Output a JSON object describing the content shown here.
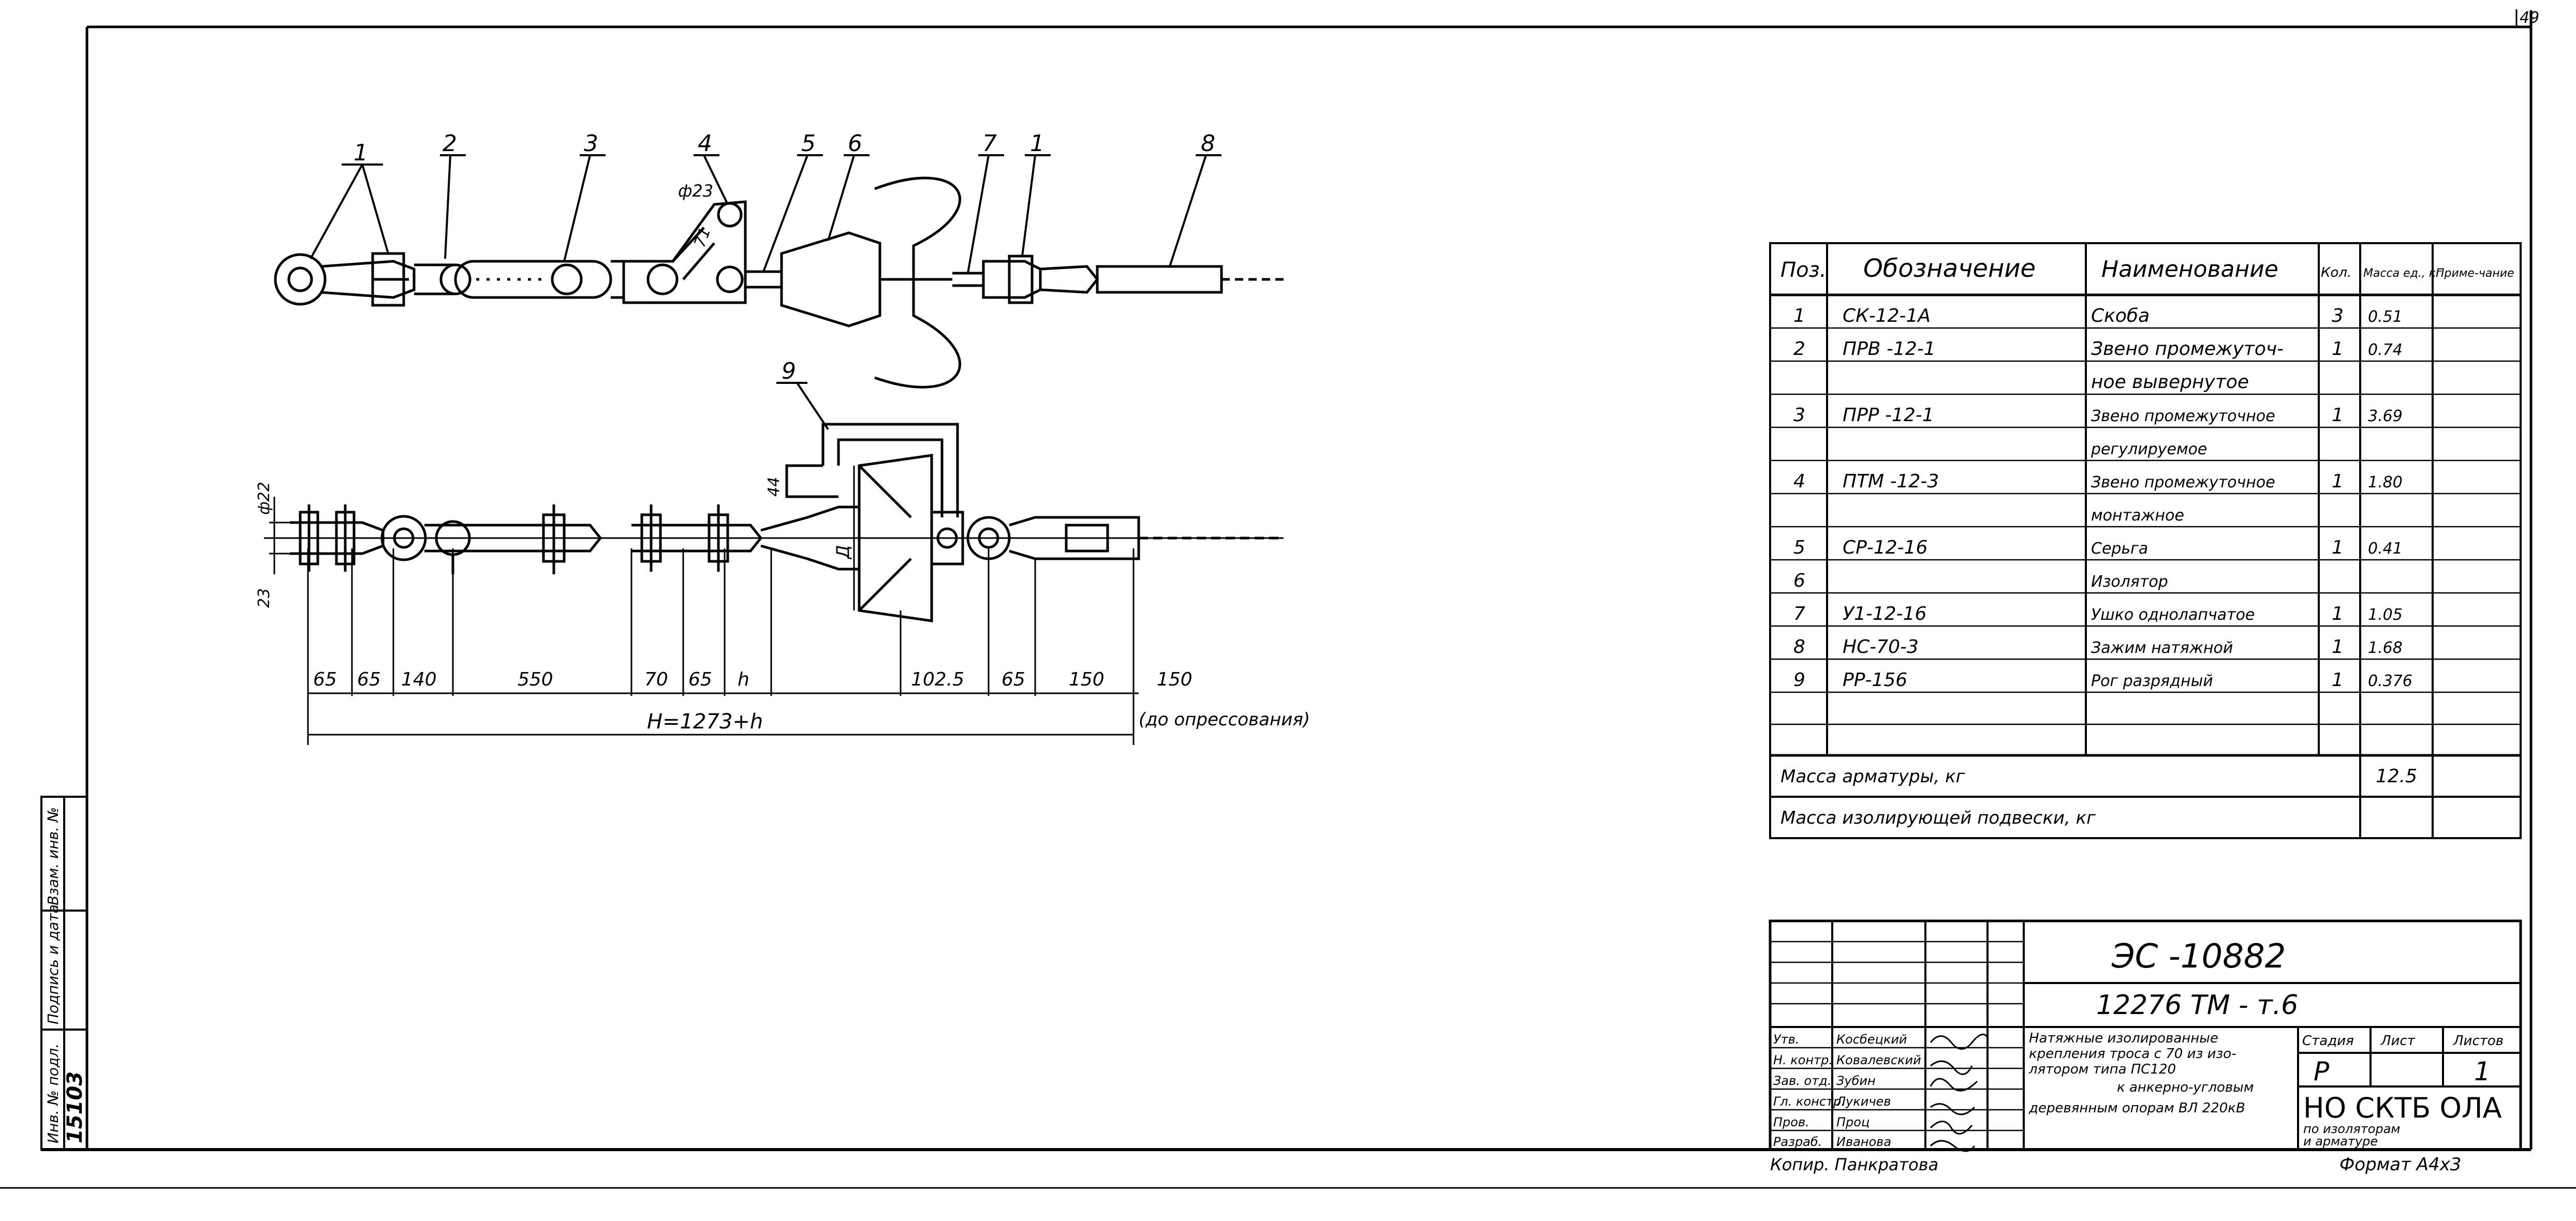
{
  "sheet": {
    "page_number": "49",
    "copied_by": "Копир. Панкратова",
    "format": "Формат А4х3"
  },
  "side_stamp": {
    "labels": [
      "Взам. инв. №",
      "Подпись и дата",
      "Инв. № подл."
    ],
    "inv_number": "15103"
  },
  "drawing": {
    "top_callouts": [
      "1",
      "2",
      "3",
      "4",
      "5",
      "6",
      "7",
      "1",
      "8"
    ],
    "hole_label": "ф23",
    "dim_71": "71",
    "callout_9": "9",
    "dim_44": "44",
    "dim_22": "ф22",
    "dim_23": "23",
    "dim_d": "Д",
    "bottom_dims": [
      "65",
      "65",
      "140",
      "550",
      "70",
      "65",
      "h",
      "102.5",
      "65",
      "150",
      "150"
    ],
    "total_dim": "H=1273+h",
    "after_crimp": "(до опрессования)"
  },
  "spec_table": {
    "headers": [
      "Поз.",
      "Обозначение",
      "Наименование",
      "Кол.",
      "Масса ед., кг",
      "Приме-чание"
    ],
    "rows": [
      {
        "pos": "1",
        "code": "СК-12-1А",
        "name": "Скоба",
        "qty": "3",
        "mass": "0.51",
        "note": ""
      },
      {
        "pos": "2",
        "code": "ПРВ -12-1",
        "name": "Звено промежуточ-",
        "qty": "1",
        "mass": "0.74",
        "note": ""
      },
      {
        "pos": "",
        "code": "",
        "name": "ное вывернутое",
        "qty": "",
        "mass": "",
        "note": ""
      },
      {
        "pos": "3",
        "code": "ПРР -12-1",
        "name": "Звено промежуточное",
        "qty": "1",
        "mass": "3.69",
        "note": ""
      },
      {
        "pos": "",
        "code": "",
        "name": "регулируемое",
        "qty": "",
        "mass": "",
        "note": ""
      },
      {
        "pos": "4",
        "code": "ПТМ -12-3",
        "name": "Звено промежуточное",
        "qty": "1",
        "mass": "1.80",
        "note": ""
      },
      {
        "pos": "",
        "code": "",
        "name": "монтажное",
        "qty": "",
        "mass": "",
        "note": ""
      },
      {
        "pos": "5",
        "code": "СР-12-16",
        "name": "Серьга",
        "qty": "1",
        "mass": "0.41",
        "note": ""
      },
      {
        "pos": "6",
        "code": "",
        "name": "Изолятор",
        "qty": "",
        "mass": "",
        "note": ""
      },
      {
        "pos": "7",
        "code": "У1-12-16",
        "name": "Ушко однолапчатое",
        "qty": "1",
        "mass": "1.05",
        "note": ""
      },
      {
        "pos": "8",
        "code": "НС-70-3",
        "name": "Зажим натяжной",
        "qty": "1",
        "mass": "1.68",
        "note": ""
      },
      {
        "pos": "9",
        "code": "РР-156",
        "name": "Рог разрядный",
        "qty": "1",
        "mass": "0.376",
        "note": ""
      },
      {
        "pos": "",
        "code": "",
        "name": "",
        "qty": "",
        "mass": "",
        "note": ""
      },
      {
        "pos": "",
        "code": "",
        "name": "",
        "qty": "",
        "mass": "",
        "note": ""
      }
    ],
    "total_fittings_label": "Масса арматуры, кг",
    "total_fittings_value": "12.5",
    "total_suspension_label": "Масса изолирующей подвески, кг",
    "total_suspension_value": ""
  },
  "title_block": {
    "doc_number": "ЭС -10882",
    "project_code": "12276 ТМ - т.6",
    "roles": [
      "Утв.",
      "Н. контр.",
      "Зав. отд.",
      "Гл. констр.",
      "Пров.",
      "Разраб."
    ],
    "names": [
      "Косбецкий",
      "Ковалевский",
      "Зубин",
      "Лукичев",
      "Проц",
      "Иванова"
    ],
    "description": [
      "Натяжные изолированные",
      "крепления троса с 70 из изо-",
      "лятором типа ПС120",
      "к анкерно-угловым",
      "деревянным опорам ВЛ 220кВ"
    ],
    "stage_label": "Стадия",
    "sheet_label": "Лист",
    "sheets_label": "Листов",
    "stage_value": "Р",
    "sheets_value": "1",
    "org": "НО СКТБ ОЛА",
    "org_sub_1": "по изоляторам",
    "org_sub_2": "и арматуре"
  }
}
